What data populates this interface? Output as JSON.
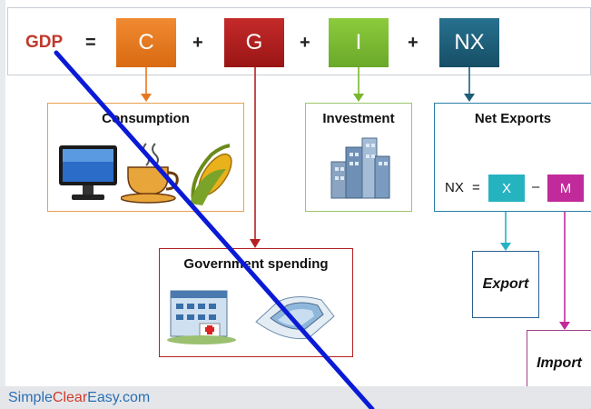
{
  "equation": {
    "lhs": "GDP",
    "equals": "=",
    "plus": "+",
    "components": [
      {
        "label": "C",
        "color": "#e8781f"
      },
      {
        "label": "G",
        "color": "#b52121"
      },
      {
        "label": "I",
        "color": "#7ab72e"
      },
      {
        "label": "NX",
        "color": "#1d5f7a"
      }
    ]
  },
  "boxes": {
    "consumption": {
      "title": "Consumption",
      "border": "#e8a050"
    },
    "investment": {
      "title": "Investment",
      "border": "#9cc56a"
    },
    "net_exports": {
      "title": "Net Exports",
      "border": "#2a7fa8"
    },
    "government": {
      "title": "Government spending",
      "border": "#b52121"
    }
  },
  "nx_formula": {
    "lhs": "NX",
    "equals": "=",
    "x": "X",
    "minus": "–",
    "m": "M",
    "x_color": "#26b3c0",
    "m_color": "#c12a9a"
  },
  "export": {
    "label": "Export"
  },
  "import": {
    "label": "Import"
  },
  "footer": {
    "brand_parts": [
      "Simple",
      "Clear",
      "Easy",
      ".com"
    ],
    "colors": [
      "#2a6fb3",
      "#d23a2a",
      "#2a6fb3",
      "#2a6fb3"
    ]
  },
  "icons": [
    "computer-monitor-icon",
    "coffee-cup-icon",
    "corn-icon",
    "office-buildings-icon",
    "hospital-icon",
    "stadium-icon"
  ],
  "overlay": {
    "line_color": "#0a1ad6"
  }
}
